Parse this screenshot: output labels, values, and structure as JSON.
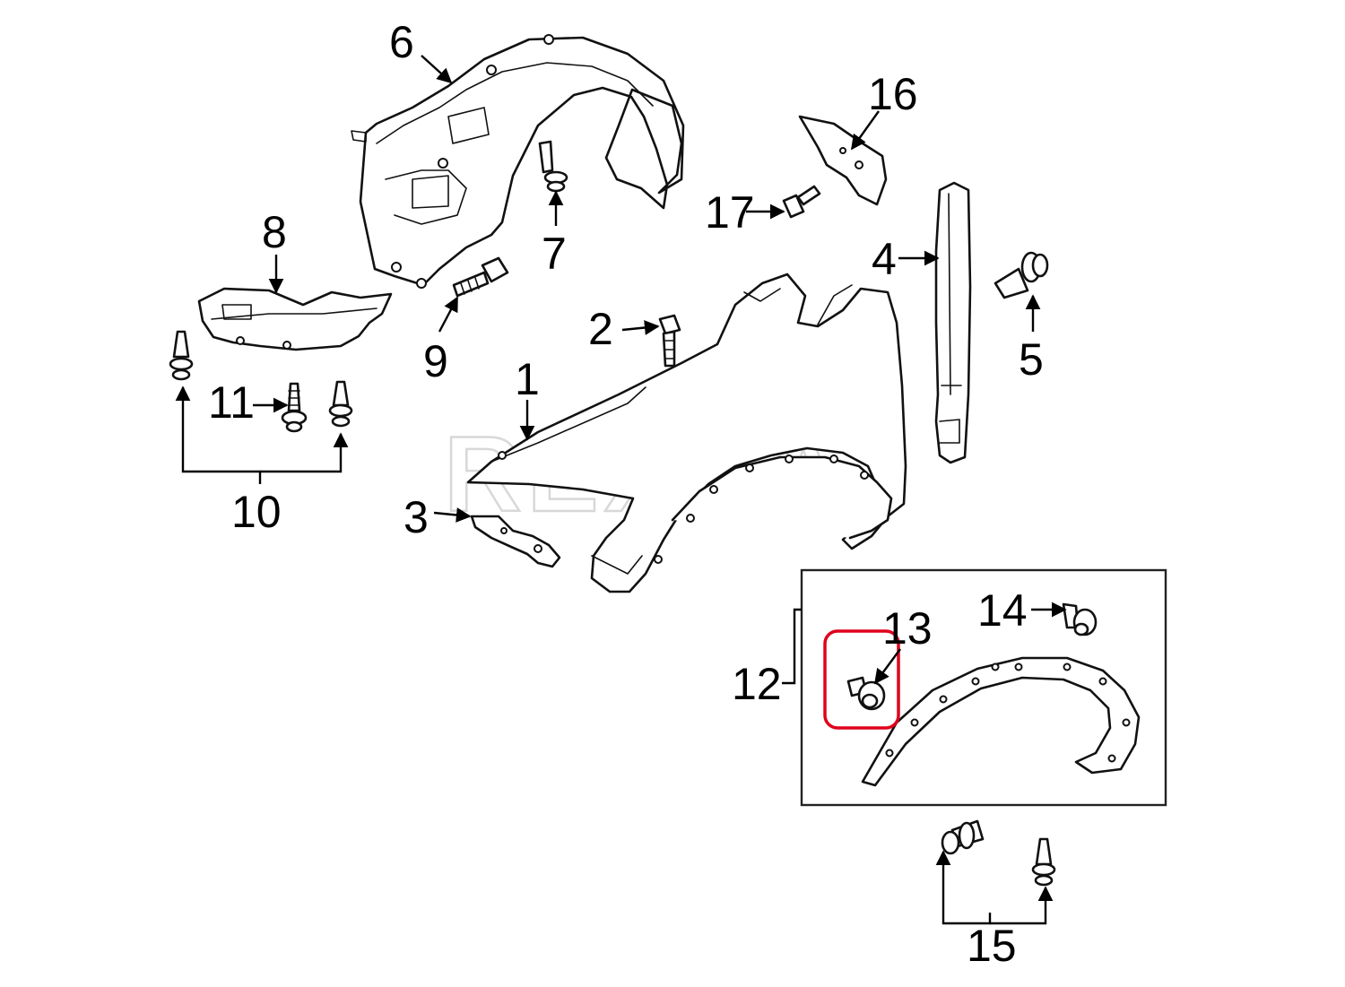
{
  "watermark": "REXKA",
  "highlight_color": "#e0001b",
  "callouts": {
    "c1": "1",
    "c2": "2",
    "c3": "3",
    "c4": "4",
    "c5": "5",
    "c6": "6",
    "c7": "7",
    "c8": "8",
    "c9": "9",
    "c10": "10",
    "c11": "11",
    "c12": "12",
    "c13": "13",
    "c14": "14",
    "c15": "15",
    "c16": "16",
    "c17": "17"
  }
}
